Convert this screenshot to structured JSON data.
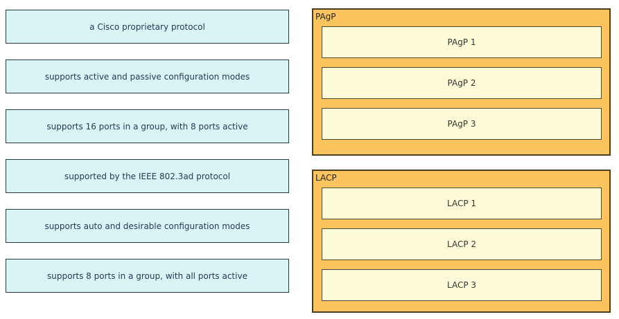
{
  "colors": {
    "statement_fill": "#D8F4F4",
    "statement_border": "#28393f",
    "statement_text": "#1e3a52",
    "group_fill": "#FBC45F",
    "group_border": "#4a3c20",
    "slot_fill": "#FEFBD9",
    "slot_border": "#4a4a33",
    "background": "#ffffff"
  },
  "statements": [
    {
      "text": "a Cisco proprietary protocol"
    },
    {
      "text": "supports active and passive configuration modes"
    },
    {
      "text": "supports 16 ports in a group, with 8 ports active"
    },
    {
      "text": "supported by the IEEE 802.3ad protocol"
    },
    {
      "text": "supports auto and desirable configuration modes"
    },
    {
      "text": "supports 8 ports in a group, with all ports active"
    }
  ],
  "groups": [
    {
      "label": "PAgP",
      "slots": [
        {
          "label": "PAgP 1"
        },
        {
          "label": "PAgP 2"
        },
        {
          "label": "PAgP 3"
        }
      ]
    },
    {
      "label": "LACP",
      "slots": [
        {
          "label": "LACP 1"
        },
        {
          "label": "LACP 2"
        },
        {
          "label": "LACP 3"
        }
      ]
    }
  ]
}
